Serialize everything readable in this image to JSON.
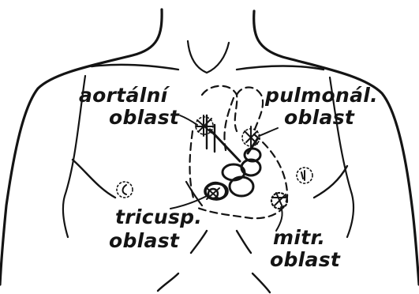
{
  "labels": {
    "aortic_line1": "aortální",
    "aortic_line2": "oblast",
    "pulmonary_line1": "pulmonál.",
    "pulmonary_line2": "oblast",
    "tricuspid_line1": "tricusp.",
    "tricuspid_line2": "oblast",
    "mitral_line1": "mitr.",
    "mitral_line2": "oblast"
  },
  "colors": {
    "ink": "#141414",
    "background": "#ffffff"
  }
}
